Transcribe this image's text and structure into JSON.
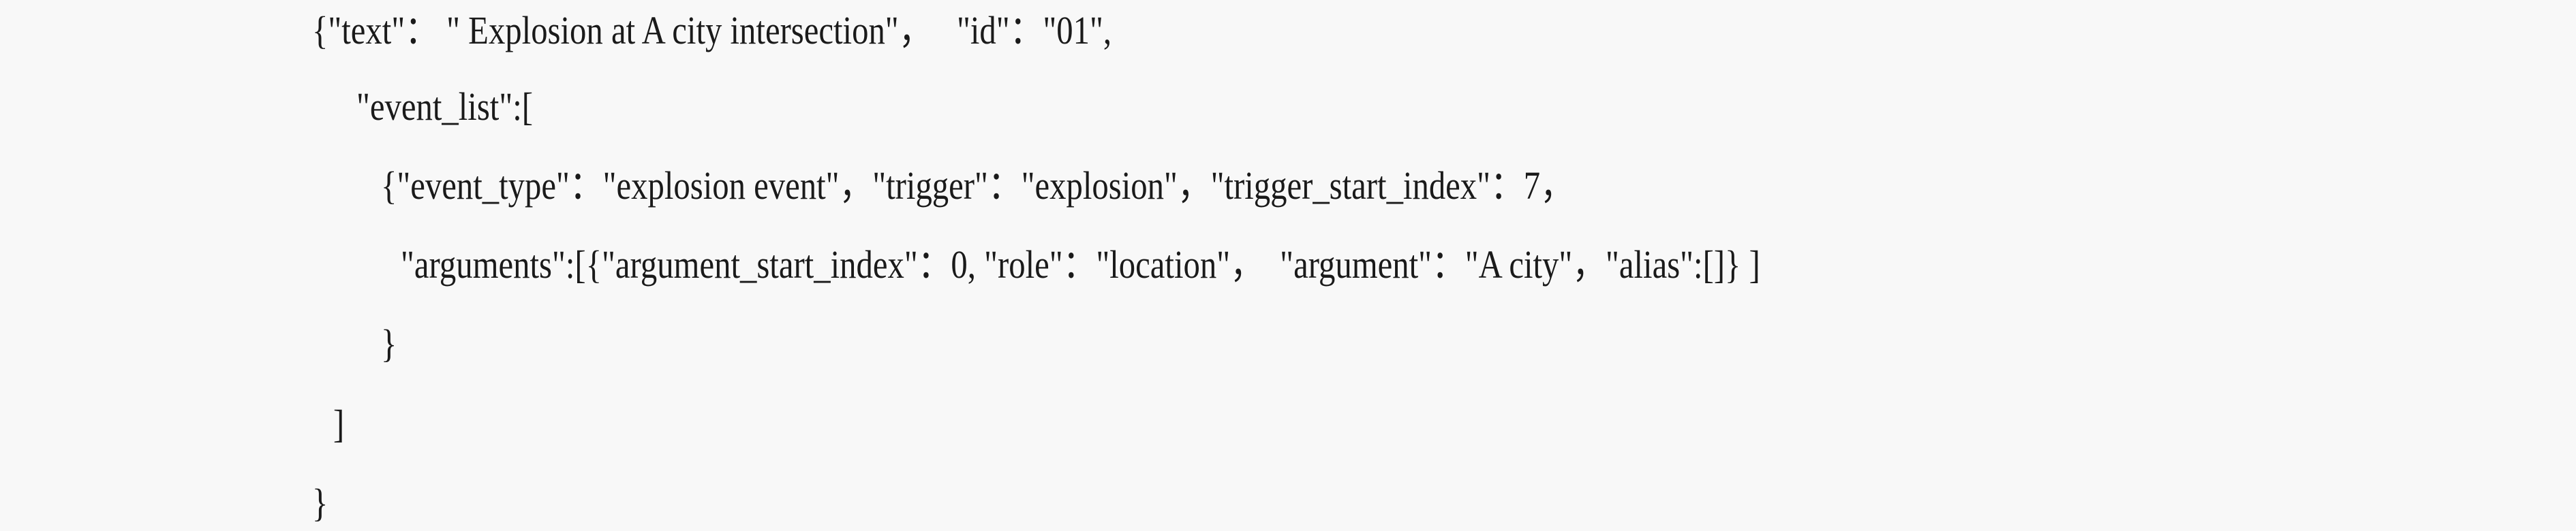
{
  "document": {
    "lines": [
      "{\"text\"： \" Explosion at A city intersection\"，   \"id\"：\"01\",",
      "\"event_list\":[",
      "{\"event_type\"：\"explosion event\"，\"trigger\"：\"explosion\"，\"trigger_start_index\"：7，",
      "\"arguments\":[{\"argument_start_index\"：0, \"role\"：\"location\"，  \"argument\"：\"A city\"，\"alias\":[]} ]",
      "}",
      "]",
      "}"
    ]
  }
}
